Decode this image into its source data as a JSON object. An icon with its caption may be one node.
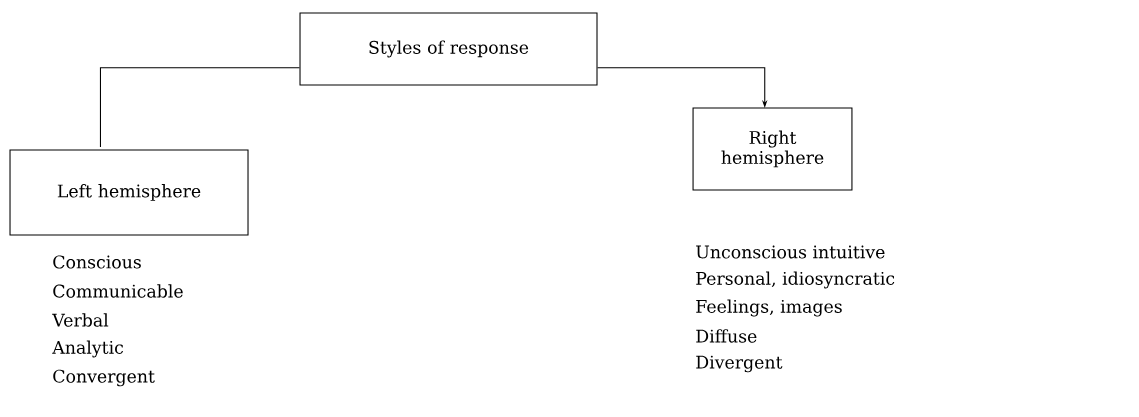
{
  "diagram": {
    "nodes": [
      {
        "text": [
          "Styles of response"
        ]
      },
      {
        "text": [
          "Left hemisphere"
        ],
        "beside": [
          "Conscious",
          "Communicable",
          "Verbal",
          "Analytic",
          "Convergent"
        ]
      },
      {
        "text": [
          "Right hemisphere"
        ],
        "beside": [
          "Unconscious intuitive",
          "Personal, idiosyncratic",
          "Feelings, images",
          "Diffuse",
          "Divergent"
        ]
      }
    ],
    "edges": [
      {
        "from": 0,
        "to": 1,
        "arrow": "none"
      },
      {
        "from": 0,
        "to": 2,
        "arrow": "to"
      }
    ]
  }
}
